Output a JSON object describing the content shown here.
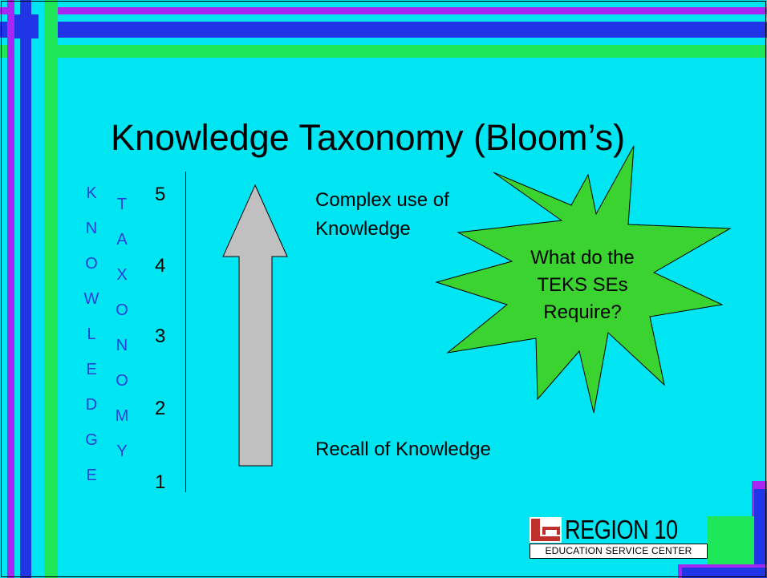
{
  "slide": {
    "title": "Knowledge Taxonomy (Bloom’s)",
    "knowledge_letters": [
      "K",
      "N",
      "O",
      "W",
      "L",
      "E",
      "D",
      "G",
      "E"
    ],
    "taxonomy_letters": [
      "T",
      "A",
      "X",
      "O",
      "N",
      "O",
      "M",
      "Y"
    ],
    "levels": [
      "5",
      "4",
      "3",
      "2",
      "1"
    ],
    "top_text_line1": "Complex use of",
    "top_text_line2": "Knowledge",
    "bottom_text": "Recall of Knowledge",
    "burst_line1": "What do the",
    "burst_line2": "TEKS SEs",
    "burst_line3": "Require?"
  },
  "logo": {
    "name": "REGION 10",
    "subtitle": "EDUCATION SERVICE CENTER"
  },
  "colors": {
    "background": "#00e5f2",
    "border_blue": "#1f35e6",
    "border_green": "#1ee85a",
    "border_magenta": "#a826f2",
    "vertical_text": "#2a3fd8",
    "arrow_fill": "#c0c0c0",
    "burst_fill": "#3ad330",
    "logo_red": "#c0302b"
  },
  "icons": {
    "arrow": "up-arrow-icon",
    "burst": "starburst-icon",
    "logo_mark": "region-logo-mark-icon"
  }
}
